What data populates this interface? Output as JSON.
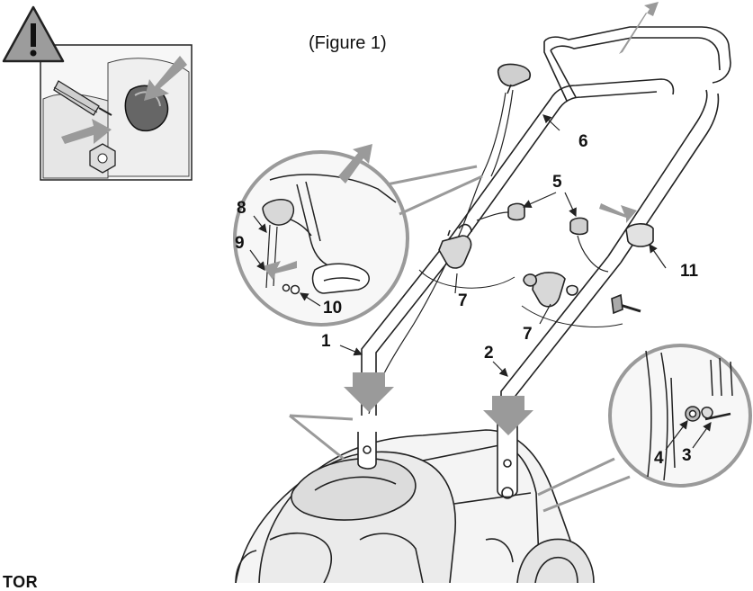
{
  "figure": {
    "caption": "(Figure 1)",
    "footer_text": "TOR"
  },
  "callouts": [
    {
      "id": "1",
      "label": "1"
    },
    {
      "id": "2",
      "label": "2"
    },
    {
      "id": "3",
      "label": "3"
    },
    {
      "id": "4",
      "label": "4"
    },
    {
      "id": "5",
      "label": "5"
    },
    {
      "id": "6",
      "label": "6"
    },
    {
      "id": "7a",
      "label": "7"
    },
    {
      "id": "7b",
      "label": "7"
    },
    {
      "id": "8",
      "label": "8"
    },
    {
      "id": "9",
      "label": "9"
    },
    {
      "id": "10",
      "label": "10"
    },
    {
      "id": "11",
      "label": "11"
    }
  ],
  "icons": {
    "warning": "warning-triangle-icon"
  },
  "colors": {
    "line": "#222222",
    "arrow_fill": "#9a9a9a",
    "circle_stroke": "#9a9a9a",
    "panel_fill": "#ececec"
  }
}
